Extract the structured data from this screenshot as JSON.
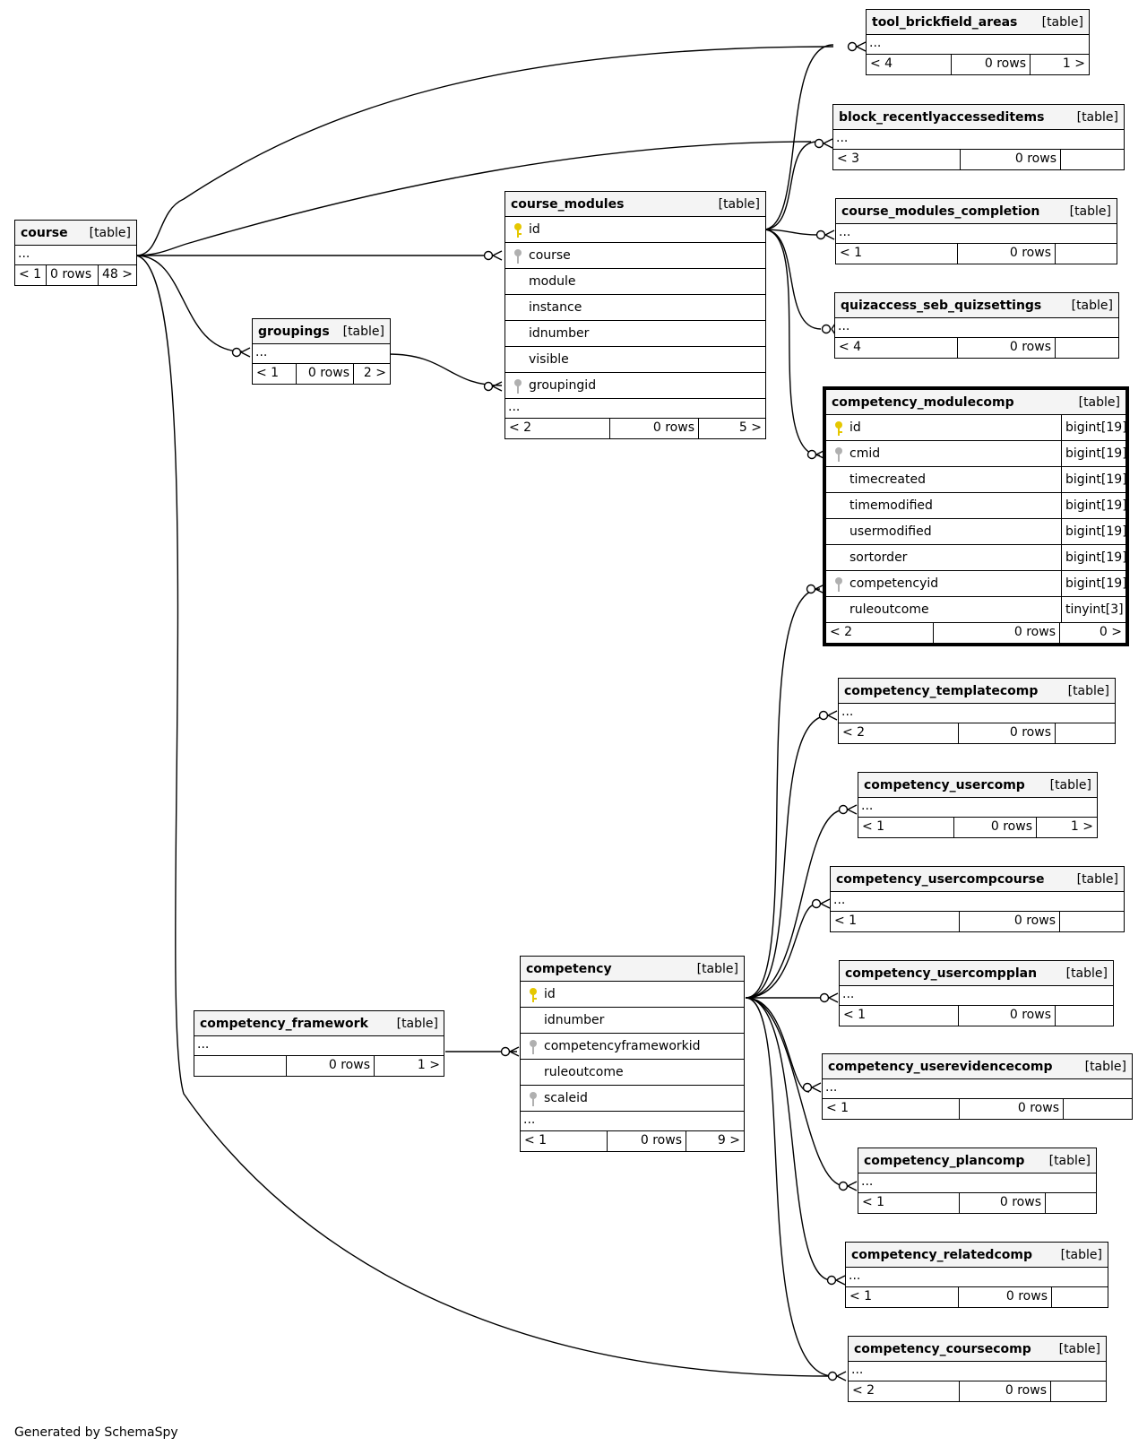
{
  "footer": "Generated by SchemaSpy",
  "tables": {
    "course": {
      "name": "course",
      "type": "[table]",
      "parents": "< 1",
      "rows": "0 rows",
      "children": "48 >"
    },
    "groupings": {
      "name": "groupings",
      "type": "[table]",
      "parents": "< 1",
      "rows": "0 rows",
      "children": "2 >"
    },
    "course_modules": {
      "name": "course_modules",
      "type": "[table]",
      "parents": "< 2",
      "rows": "0 rows",
      "children": "5 >",
      "columns": [
        "id",
        "course",
        "module",
        "instance",
        "idnumber",
        "visible",
        "groupingid"
      ]
    },
    "tool_brickfield_areas": {
      "name": "tool_brickfield_areas",
      "type": "[table]",
      "parents": "< 4",
      "rows": "0 rows",
      "children": "1 >"
    },
    "block_recentlyaccesseditems": {
      "name": "block_recentlyaccesseditems",
      "type": "[table]",
      "parents": "< 3",
      "rows": "0 rows",
      "children": ""
    },
    "course_modules_completion": {
      "name": "course_modules_completion",
      "type": "[table]",
      "parents": "< 1",
      "rows": "0 rows",
      "children": ""
    },
    "quizaccess_seb_quizsettings": {
      "name": "quizaccess_seb_quizsettings",
      "type": "[table]",
      "parents": "< 4",
      "rows": "0 rows",
      "children": ""
    },
    "competency_modulecomp": {
      "name": "competency_modulecomp",
      "type": "[table]",
      "parents": "< 2",
      "rows": "0 rows",
      "children": "0 >",
      "columns": [
        "id",
        "cmid",
        "timecreated",
        "timemodified",
        "usermodified",
        "sortorder",
        "competencyid",
        "ruleoutcome"
      ],
      "types": [
        "bigint[19]",
        "bigint[19]",
        "bigint[19]",
        "bigint[19]",
        "bigint[19]",
        "bigint[19]",
        "bigint[19]",
        "tinyint[3]"
      ]
    },
    "competency_templatecomp": {
      "name": "competency_templatecomp",
      "type": "[table]",
      "parents": "< 2",
      "rows": "0 rows",
      "children": ""
    },
    "competency_usercomp": {
      "name": "competency_usercomp",
      "type": "[table]",
      "parents": "< 1",
      "rows": "0 rows",
      "children": "1 >"
    },
    "competency_usercompcourse": {
      "name": "competency_usercompcourse",
      "type": "[table]",
      "parents": "< 1",
      "rows": "0 rows",
      "children": ""
    },
    "competency_usercompplan": {
      "name": "competency_usercompplan",
      "type": "[table]",
      "parents": "< 1",
      "rows": "0 rows",
      "children": ""
    },
    "competency_userevidencecomp": {
      "name": "competency_userevidencecomp",
      "type": "[table]",
      "parents": "< 1",
      "rows": "0 rows",
      "children": ""
    },
    "competency_plancomp": {
      "name": "competency_plancomp",
      "type": "[table]",
      "parents": "< 1",
      "rows": "0 rows",
      "children": ""
    },
    "competency_relatedcomp": {
      "name": "competency_relatedcomp",
      "type": "[table]",
      "parents": "< 1",
      "rows": "0 rows",
      "children": ""
    },
    "competency_coursecomp": {
      "name": "competency_coursecomp",
      "type": "[table]",
      "parents": "< 2",
      "rows": "0 rows",
      "children": ""
    },
    "competency": {
      "name": "competency",
      "type": "[table]",
      "parents": "< 1",
      "rows": "0 rows",
      "children": "9 >",
      "columns": [
        "id",
        "idnumber",
        "competencyframeworkid",
        "ruleoutcome",
        "scaleid"
      ]
    },
    "competency_framework": {
      "name": "competency_framework",
      "type": "[table]",
      "parents": "",
      "rows": "0 rows",
      "children": "1 >"
    }
  },
  "ellipsis": "..."
}
